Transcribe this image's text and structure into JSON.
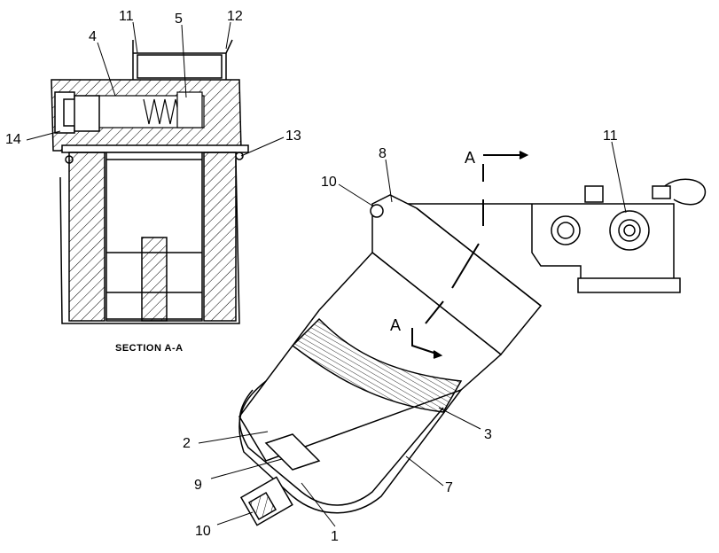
{
  "diagram": {
    "section_caption": "SECTION A-A",
    "section_marker": "A",
    "callouts": {
      "c1": "1",
      "c2": "2",
      "c3": "3",
      "c4": "4",
      "c5": "5",
      "c7": "7",
      "c8": "8",
      "c9": "9",
      "c10_top": "10",
      "c10_bottom": "10",
      "c11_top": "11",
      "c11_right": "11",
      "c12": "12",
      "c13": "13",
      "c14": "14"
    }
  }
}
